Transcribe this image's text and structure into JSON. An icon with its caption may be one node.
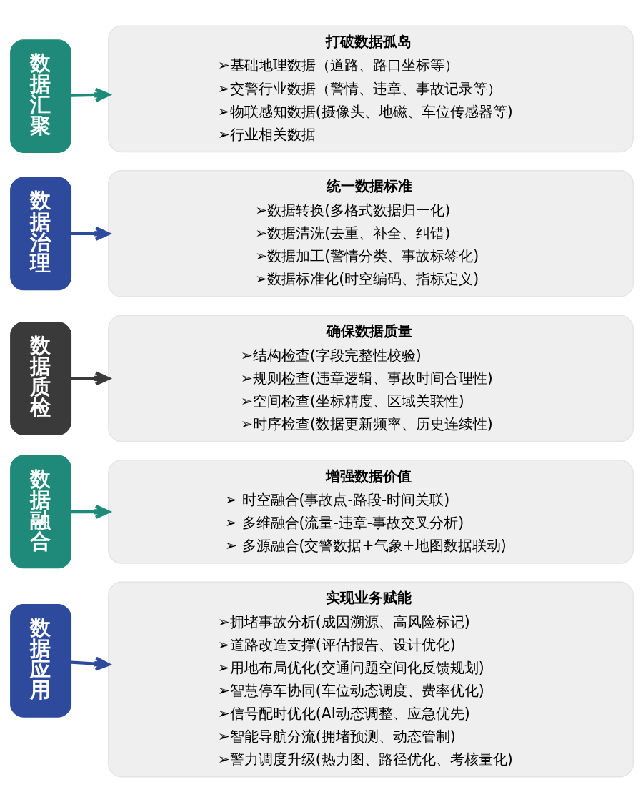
{
  "diagram": {
    "nodes": [
      {
        "text": [
          "数据汇聚"
        ]
      },
      {
        "text": [
          "打破数据孤岛",
          "➢基础地理数据（道路、路口坐标等）",
          "➢交警行业数据（警情、违章、事故记录等）",
          "➢物联感知数据(摄像头、地磁、车位传感器等)",
          "➢行业相关数据"
        ]
      },
      {
        "text": [
          "数据治理"
        ]
      },
      {
        "text": [
          "统一数据标准",
          "➢数据转换(多格式数据归一化)",
          "➢数据清洗(去重、补全、纠错)",
          "➢数据加工(警情分类、事故标签化)",
          "➢数据标准化(时空编码、指标定义)"
        ]
      },
      {
        "text": [
          "数据质检"
        ]
      },
      {
        "text": [
          "确保数据质量",
          "➢结构检查(字段完整性校验)",
          "➢规则检查(违章逻辑、事故时间合理性)",
          "➢空间检查(坐标精度、区域关联性)",
          "➢时序检查(数据更新频率、历史连续性)"
        ]
      },
      {
        "text": [
          "数据融合"
        ]
      },
      {
        "text": [
          "增强数据价值",
          "➢ 时空融合(事故点-路段-时间关联)",
          "➢ 多维融合(流量-违章-事故交叉分析)",
          "➢ 多源融合(交警数据+气象+地图数据联动)"
        ]
      },
      {
        "text": [
          "数据应用"
        ]
      },
      {
        "text": [
          "实现业务赋能",
          "➢拥堵事故分析(成因溯源、高风险标记)",
          "➢道路改造支撑(评估报告、设计优化)",
          "➢用地布局优化(交通问题空间化反馈规划)",
          "➢智慧停车协同(车位动态调度、费率优化)",
          "➢信号配时优化(AI动态调整、应急优先)",
          "➢智能导航分流(拥堵预测、动态管制)",
          "➢警力调度升级(热力图、路径优化、考核量化)"
        ]
      }
    ],
    "edges": [
      {
        "from": 0,
        "to": 1,
        "arrow": "to",
        "color": "#1f8a7a"
      },
      {
        "from": 2,
        "to": 3,
        "arrow": "to",
        "color": "#2d4a9c"
      },
      {
        "from": 4,
        "to": 5,
        "arrow": "to",
        "color": "#3a3a3a"
      },
      {
        "from": 6,
        "to": 7,
        "arrow": "to",
        "color": "#1f8a7a"
      },
      {
        "from": 8,
        "to": 9,
        "arrow": "to",
        "color": "#2d4a9c"
      }
    ]
  }
}
